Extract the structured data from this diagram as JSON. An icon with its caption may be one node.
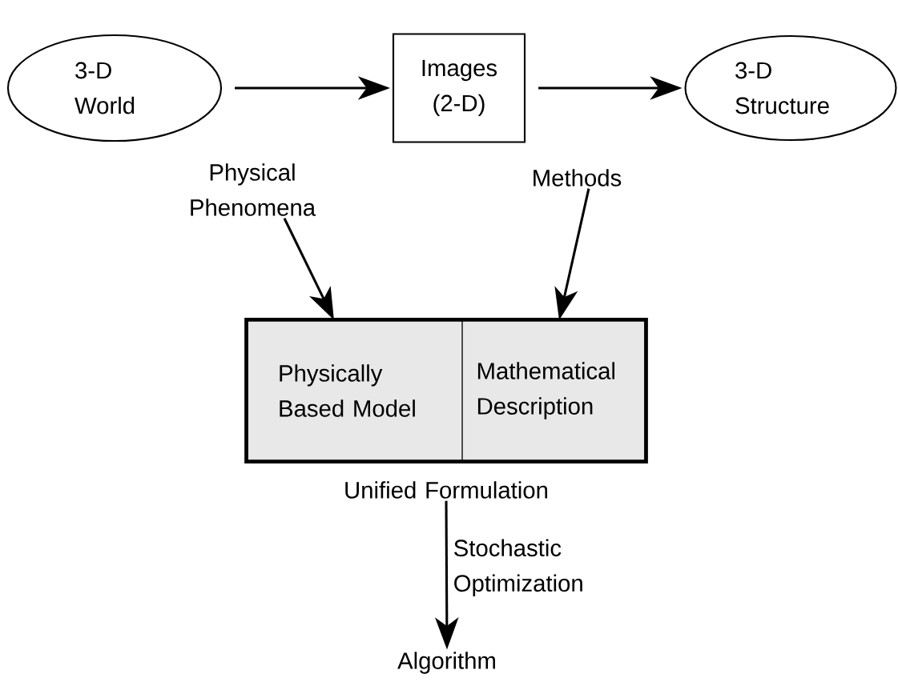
{
  "diagram": {
    "nodes": [
      {
        "text": [
          "3-D World"
        ]
      },
      {
        "text": [
          "Images (2-D)"
        ]
      },
      {
        "text": [
          "3-D Structure"
        ]
      },
      {
        "text": [
          "Physical Phenomena"
        ]
      },
      {
        "text": [
          "Methods"
        ]
      },
      {
        "text": [
          "Unified Formulation"
        ]
      },
      {
        "text": [
          "Physically Based Model"
        ],
        "in": 5
      },
      {
        "text": [
          "Mathematical Description"
        ],
        "in": 5
      },
      {
        "text": [
          "Algorithm"
        ]
      }
    ],
    "edges": [
      {
        "from": 0,
        "to": 1,
        "arrow": "to"
      },
      {
        "from": 1,
        "to": 2,
        "arrow": "to"
      },
      {
        "from": 3,
        "to": 6,
        "arrow": "to"
      },
      {
        "from": 4,
        "to": 7,
        "arrow": "to"
      },
      {
        "from": 5,
        "to": 8,
        "arrow": "to",
        "label": "Stochastic Optimization"
      }
    ]
  }
}
